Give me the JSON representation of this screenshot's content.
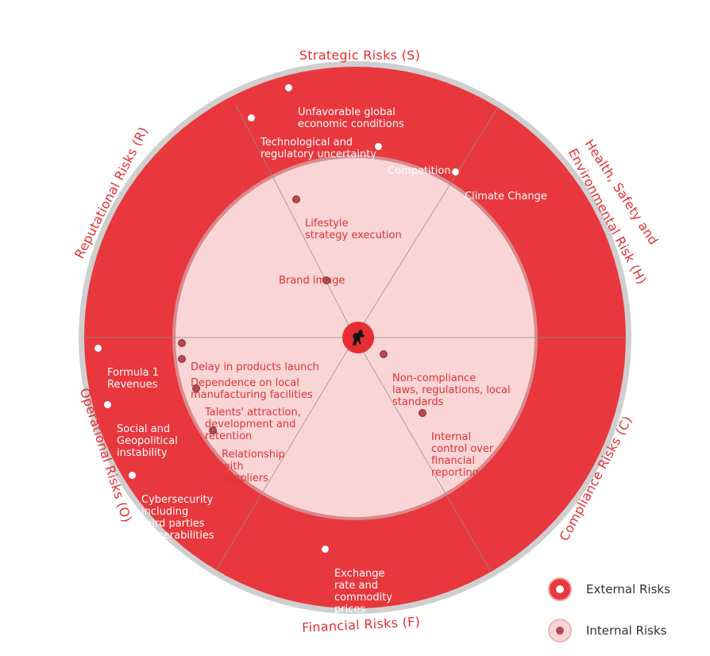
{
  "colors": {
    "outer_ring": "#e8383d",
    "inner_disc": "#f9d5d6",
    "border": "#c9c9c9",
    "category_text": "#e62e32",
    "internal_dot": "#b34a50",
    "logo_bg": "#e62e32"
  },
  "categories": {
    "strategic": "Strategic Risks (S)",
    "health_line1": "Health, Safety and",
    "health_line2": "Environmental Risk (H)",
    "compliance": "Compliance Risks (C)",
    "financial": "Financial Risks (F)",
    "operational": "Operational Risks (O)",
    "reputational": "Reputational Risks (R)"
  },
  "external_risks": {
    "unfavorable": "Unfavorable global\neconomic conditions",
    "technological": "Technological and\nregulatory uncertainty",
    "competition": "Competition",
    "climate": "Climate Change",
    "formula1": "Formula 1\nRevenues",
    "social": "Social and\nGeopolitical\ninstability",
    "cyber": "Cybersecurity\nincluding\nthird parties\nvulnerabilities",
    "exchange": "Exchange\nrate and\ncommodity\nprices"
  },
  "internal_risks": {
    "lifestyle": "Lifestyle\nstrategy execution",
    "brand": "Brand image",
    "delay": "Delay in products launch",
    "dependence": "Dependence on local\nmanufacturing facilities",
    "talents": "Talents' attraction,\ndevelopment and\nretention",
    "relationship": "Relationship\nwith\nsuppliers",
    "noncompliance": "Non-compliance\nlaws, regulations, local\nstandards",
    "internal_control": "Internal\ncontrol over\nfinancial\nreporting"
  },
  "legend": {
    "external": "External Risks",
    "internal": "Internal Risks"
  },
  "logo": {
    "icon": "prancing-horse-icon"
  }
}
